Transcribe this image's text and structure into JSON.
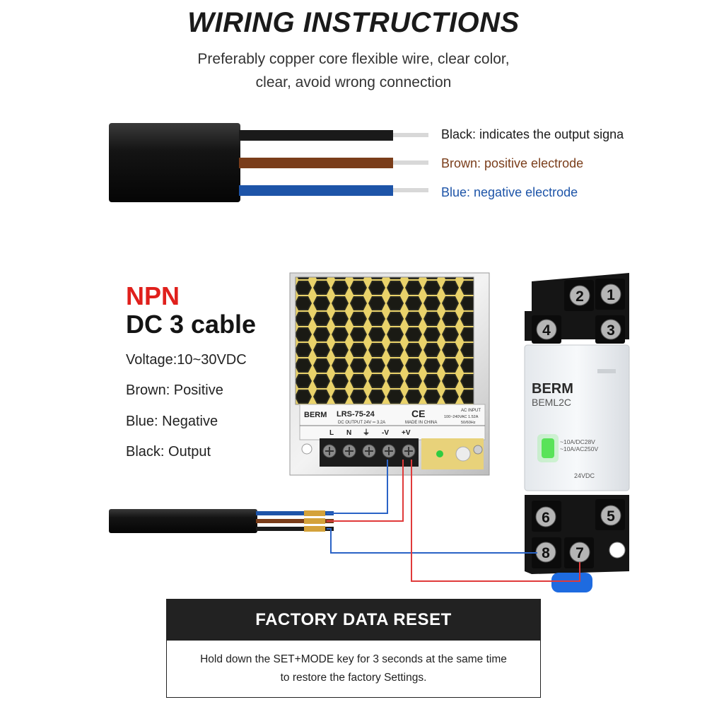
{
  "header": {
    "title": "WIRING INSTRUCTIONS",
    "subtitle_line1": "Preferably copper core flexible wire, clear color,",
    "subtitle_line2": "clear, avoid wrong connection"
  },
  "wires": [
    {
      "label": "Black: indicates the output signa",
      "color": "#1a1a1a"
    },
    {
      "label": "Brown: positive electrode",
      "color": "#7a3d1a"
    },
    {
      "label": "Blue: negative electrode",
      "color": "#1d54a8"
    }
  ],
  "specs": {
    "type": "NPN",
    "cable": "DC 3 cable",
    "voltage": "Voltage:10~30VDC",
    "brown": "Brown: Positive",
    "blue": "Blue: Negative",
    "black": "Black: Output"
  },
  "power_supply": {
    "brand": "BERM",
    "model": "LRS-75-24",
    "output": "DC OUTPUT 24V ═ 3.2A",
    "made_in": "MADE IN CHINA",
    "ac_input": "AC INPUT",
    "input_range": "100~240VAC 1.52A",
    "frequency": "50/60Hz",
    "terminals": [
      "L",
      "N",
      "⏚",
      "-V",
      "+V"
    ],
    "ce_mark": "CE"
  },
  "relay": {
    "brand": "BERM",
    "model": "BEML2C",
    "rating1": "~10A/DC28V",
    "rating2": "~10A/AC250V",
    "coil": "24VDC",
    "terminals_top": [
      "2",
      "1",
      "4",
      "3"
    ],
    "terminals_bottom": [
      "6",
      "5",
      "8",
      "7"
    ]
  },
  "reset": {
    "title": "FACTORY DATA RESET",
    "line1": "Hold down the SET+MODE key for 3 seconds at the same time",
    "line2": "to restore the factory Settings."
  }
}
